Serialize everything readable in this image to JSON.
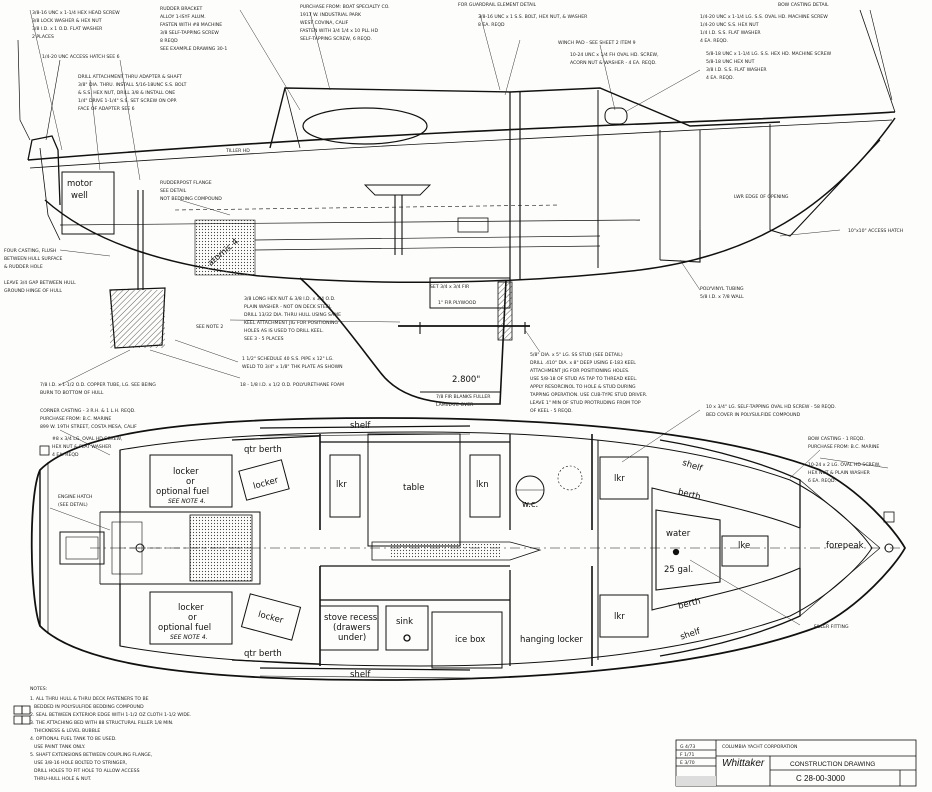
{
  "profile": {
    "motor_well_1": "motor",
    "motor_well_2": "well",
    "engine_name": "atomic 4",
    "dimension": "2.800\""
  },
  "plan": {
    "shelf_top": "shelf",
    "shelf_bottom": "shelf",
    "locker_optional_fuel_top_1": "locker",
    "locker_optional_fuel_top_2": "or",
    "locker_optional_fuel_top_3": "optional fuel",
    "locker_optional_fuel_top_note": "SEE NOTE 4.",
    "qtr_berth_top": "qtr berth",
    "locker_top": "locker",
    "lkr_1": "lkr",
    "table": "table",
    "lkr_2": "lkn",
    "wc": "w.c.",
    "lkr_fwd_top": "lkr",
    "shelf_fwd_top": "shelf",
    "berth_top": "berth",
    "water_tank_1": "water",
    "water_tank_2": "25 gal.",
    "lkr_water": "lke",
    "forepeak": "forepeak",
    "locker_optional_fuel_bottom_1": "locker",
    "locker_optional_fuel_bottom_2": "or",
    "locker_optional_fuel_bottom_3": "optional fuel",
    "locker_optional_fuel_bottom_note": "SEE NOTE 4.",
    "locker_bottom": "locker",
    "qtr_berth_bottom": "qtr berth",
    "stove_recess_1": "stove recess",
    "stove_recess_2": "(drawers",
    "stove_recess_3": "under)",
    "sink": "sink",
    "ice_box": "ice box",
    "hanging_locker": "hanging locker",
    "lkr_fwd_bottom": "lkr",
    "berth_bottom": "berth",
    "shelf_fwd_bottom": "shelf"
  },
  "title_block": {
    "company": "Whittaker",
    "drawing_title": "CONSTRUCTION DRAWING",
    "drawing_number": "C 28-00-3000"
  }
}
